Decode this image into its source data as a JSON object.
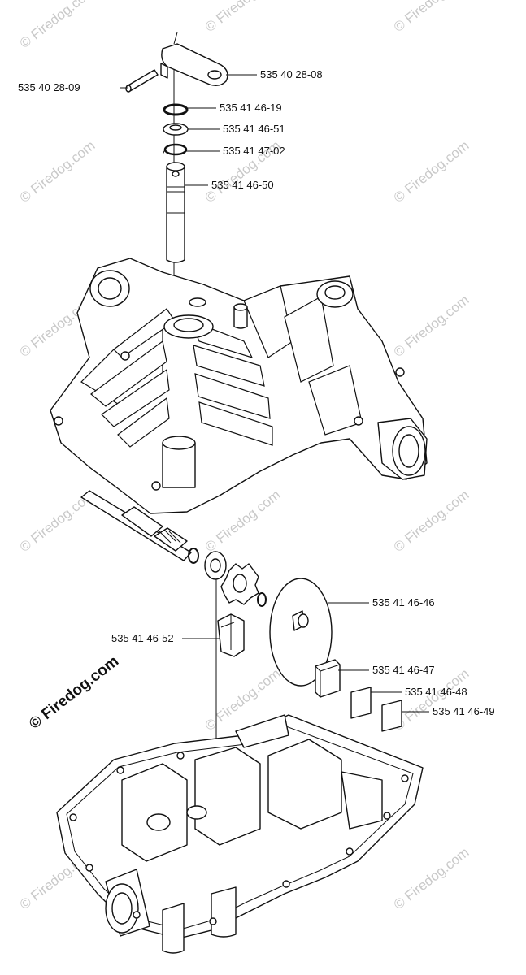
{
  "parts": {
    "p_28_09": "535 40 28-09",
    "p_28_08": "535 40 28-08",
    "p_46_19": "535 41 46-19",
    "p_46_51": "535 41 46-51",
    "p_47_02": "535 41 47-02",
    "p_46_50": "535 41 46-50",
    "p_46_46": "535 41 46-46",
    "p_46_52": "535 41 46-52",
    "p_46_47": "535 41 46-47",
    "p_46_48": "535 41 46-48",
    "p_46_49": "535 41 46-49"
  },
  "watermark": {
    "text": "© Firedog.com",
    "prominent": "© Firedog.com"
  },
  "colors": {
    "line": "#111111",
    "watermark": "#c9c9c9",
    "background": "#ffffff"
  }
}
